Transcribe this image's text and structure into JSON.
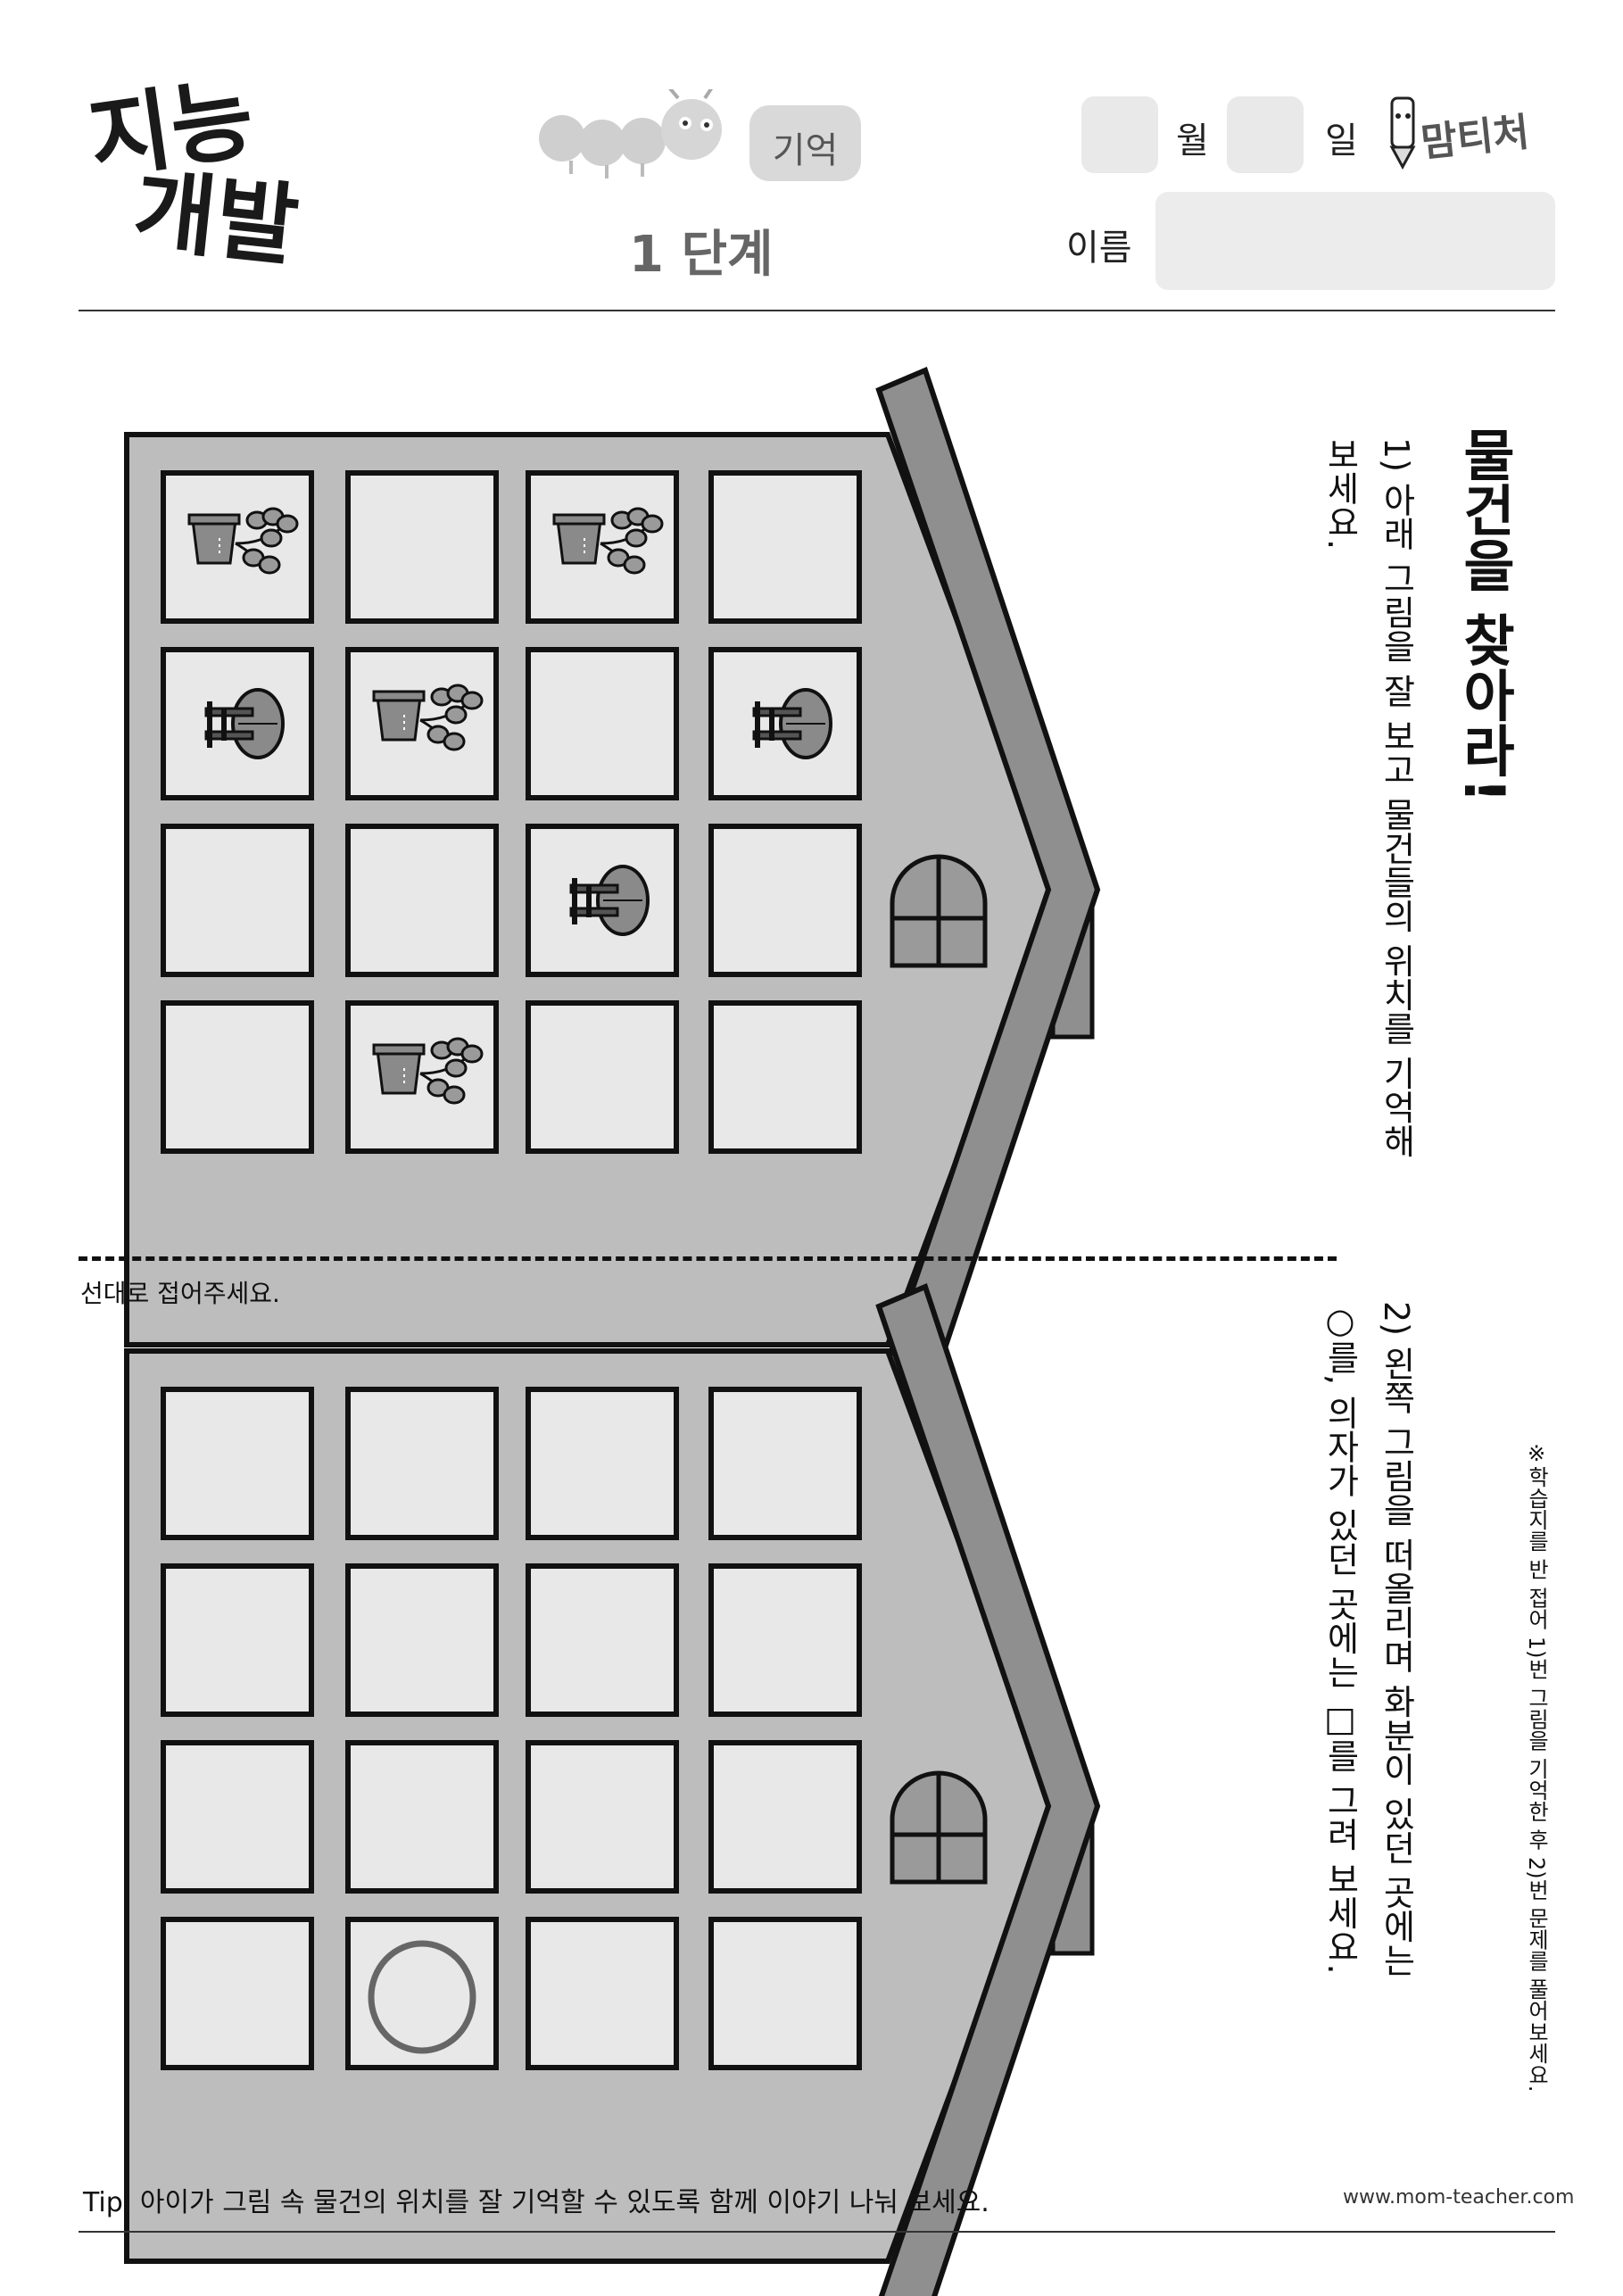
{
  "header": {
    "logo_line1": "지능",
    "logo_line2": "개발",
    "category_badge": "기억",
    "level": "1 단계",
    "month_label": "월",
    "day_label": "일",
    "name_label": "이름",
    "brand": "맘티처"
  },
  "instructions": {
    "title": "물건을 찾아라!",
    "q1_line1": "1) 아래 그림을 잘 보고 물건들의 위치를 기억해",
    "q1_line2": "보세요.",
    "q2_line1": "2) 왼쪽 그림을 떠올리며 화분이 있던 곳에는",
    "q2_line2": "○를, 의자가 있던 곳에는 □를 그려 보세요.",
    "side_note": "※학습지를 반 접어 1)번 그림을 기억한 후 2)번 문제를 풀어보세요."
  },
  "fold_label": "선대로 접어주세요.",
  "footer": {
    "tip": "Tip. 아이가 그림 속 물건의 위치를 잘 기억할 수 있도록 함께 이야기 나눠 보세요.",
    "website": "www.mom-teacher.com"
  },
  "colors": {
    "house_body": "#bdbdbd",
    "window_pane": "#e8e8e8",
    "roof": "#8f8f8f",
    "outline": "#111111"
  },
  "top_house": {
    "grid": [
      [
        "plant-icon",
        "empty",
        "plant-icon",
        "empty"
      ],
      [
        "chair-icon",
        "plant-icon",
        "empty",
        "chair-icon"
      ],
      [
        "empty",
        "empty",
        "chair-icon",
        "empty"
      ],
      [
        "empty",
        "plant-icon",
        "empty",
        "empty"
      ]
    ]
  },
  "bottom_house": {
    "grid": [
      [
        "empty",
        "empty",
        "empty",
        "empty"
      ],
      [
        "empty",
        "empty",
        "empty",
        "empty"
      ],
      [
        "empty",
        "empty",
        "empty",
        "empty"
      ],
      [
        "empty",
        "circle-mark",
        "empty",
        "empty"
      ]
    ]
  }
}
